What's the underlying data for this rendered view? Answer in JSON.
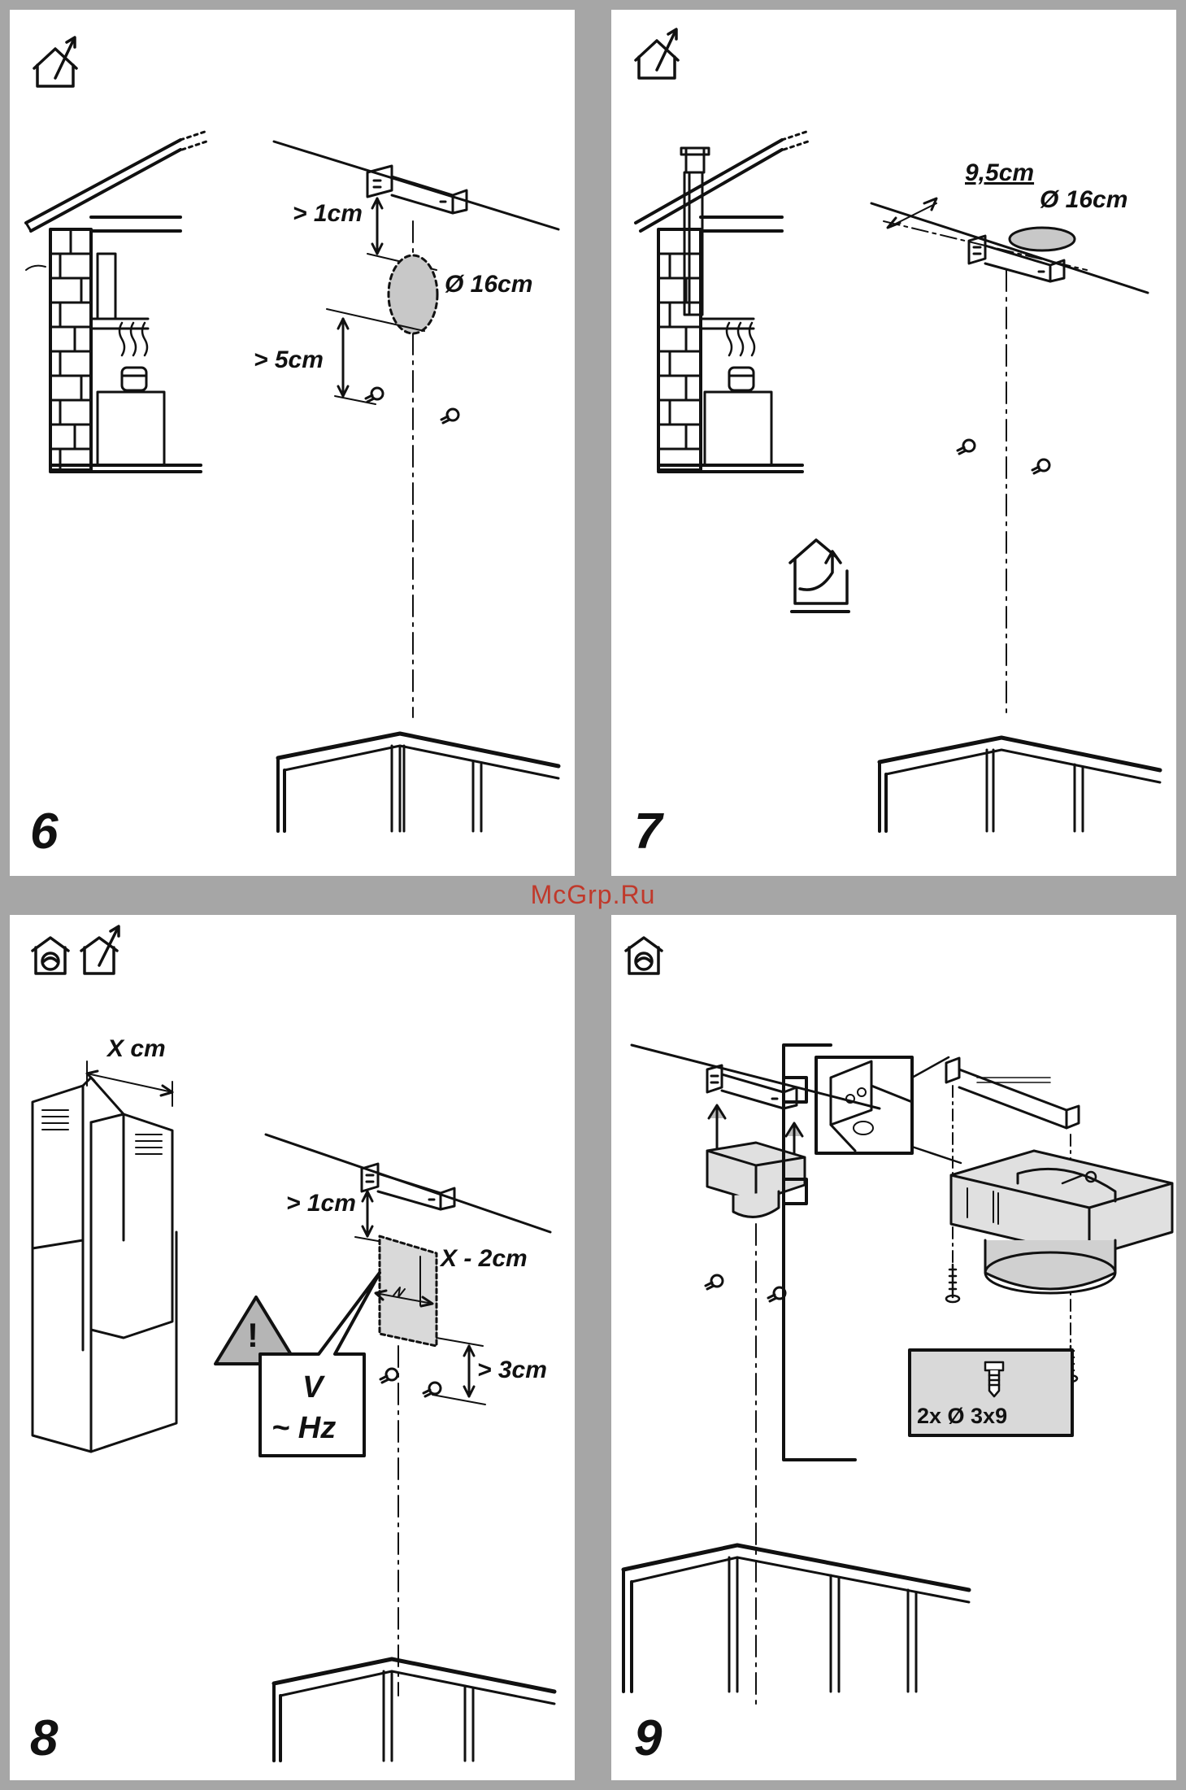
{
  "watermark": "McGrp.Ru",
  "panels": [
    {
      "step": "6",
      "labels": {
        "gap_top": "> 1cm",
        "hole_diameter": "Ø 16cm",
        "gap_bottom": "> 5cm"
      }
    },
    {
      "step": "7",
      "labels": {
        "offset": "9,5cm",
        "hole_diameter": "Ø 16cm"
      }
    },
    {
      "step": "8",
      "labels": {
        "chimney_width": "X cm",
        "gap_top": "> 1cm",
        "socket_width": "X - 2cm",
        "gap_bottom": "> 3cm",
        "voltage": "V",
        "frequency": "~ Hz",
        "warning_mark": "!"
      }
    },
    {
      "step": "9",
      "labels": {
        "screw_spec": "2x Ø 3x9"
      }
    }
  ],
  "colors": {
    "frame": "#a6a6a6",
    "ink": "#111111",
    "shade": "#cccccc",
    "watermark": "#c0392b"
  },
  "icons": [
    "ducted-extraction-icon",
    "recirculation-icon",
    "filter-mode-icon",
    "warning-triangle-icon",
    "screw-icon",
    "wall-screw-icon",
    "bracket-icon"
  ]
}
